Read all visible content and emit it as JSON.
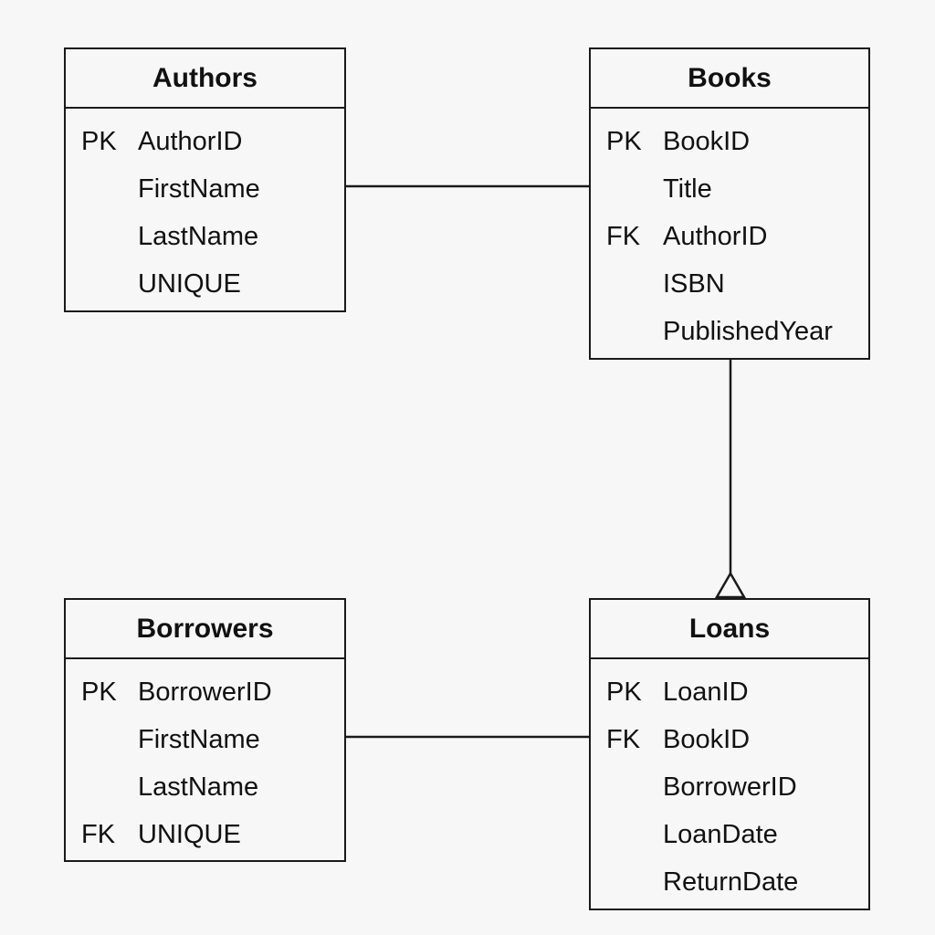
{
  "diagram": {
    "entities": {
      "authors": {
        "title": "Authors",
        "attributes": [
          {
            "key": "PK",
            "name": "AuthorID"
          },
          {
            "key": "",
            "name": "FirstName"
          },
          {
            "key": "",
            "name": "LastName"
          },
          {
            "key": "",
            "name": "UNIQUE"
          }
        ]
      },
      "books": {
        "title": "Books",
        "attributes": [
          {
            "key": "PK",
            "name": "BookID"
          },
          {
            "key": "",
            "name": "Title"
          },
          {
            "key": "FK",
            "name": "AuthorID"
          },
          {
            "key": "",
            "name": "ISBN"
          },
          {
            "key": "",
            "name": "PublishedYear"
          }
        ]
      },
      "borrowers": {
        "title": "Borrowers",
        "attributes": [
          {
            "key": "PK",
            "name": "BorrowerID"
          },
          {
            "key": "",
            "name": "FirstName"
          },
          {
            "key": "",
            "name": "LastName"
          },
          {
            "key": "FK",
            "name": "UNIQUE"
          }
        ]
      },
      "loans": {
        "title": "Loans",
        "attributes": [
          {
            "key": "PK",
            "name": "LoanID"
          },
          {
            "key": "FK",
            "name": "BookID"
          },
          {
            "key": "",
            "name": "BorrowerID"
          },
          {
            "key": "",
            "name": "LoanDate"
          },
          {
            "key": "",
            "name": "ReturnDate"
          }
        ]
      }
    },
    "relationships": [
      {
        "from": "authors",
        "to": "books",
        "end_marker": "none"
      },
      {
        "from": "books",
        "to": "loans",
        "end_marker": "triangle"
      },
      {
        "from": "borrowers",
        "to": "loans",
        "end_marker": "none"
      }
    ],
    "colors": {
      "background": "#f7f7f7",
      "line": "#1a1a1a",
      "text": "#111111"
    }
  }
}
